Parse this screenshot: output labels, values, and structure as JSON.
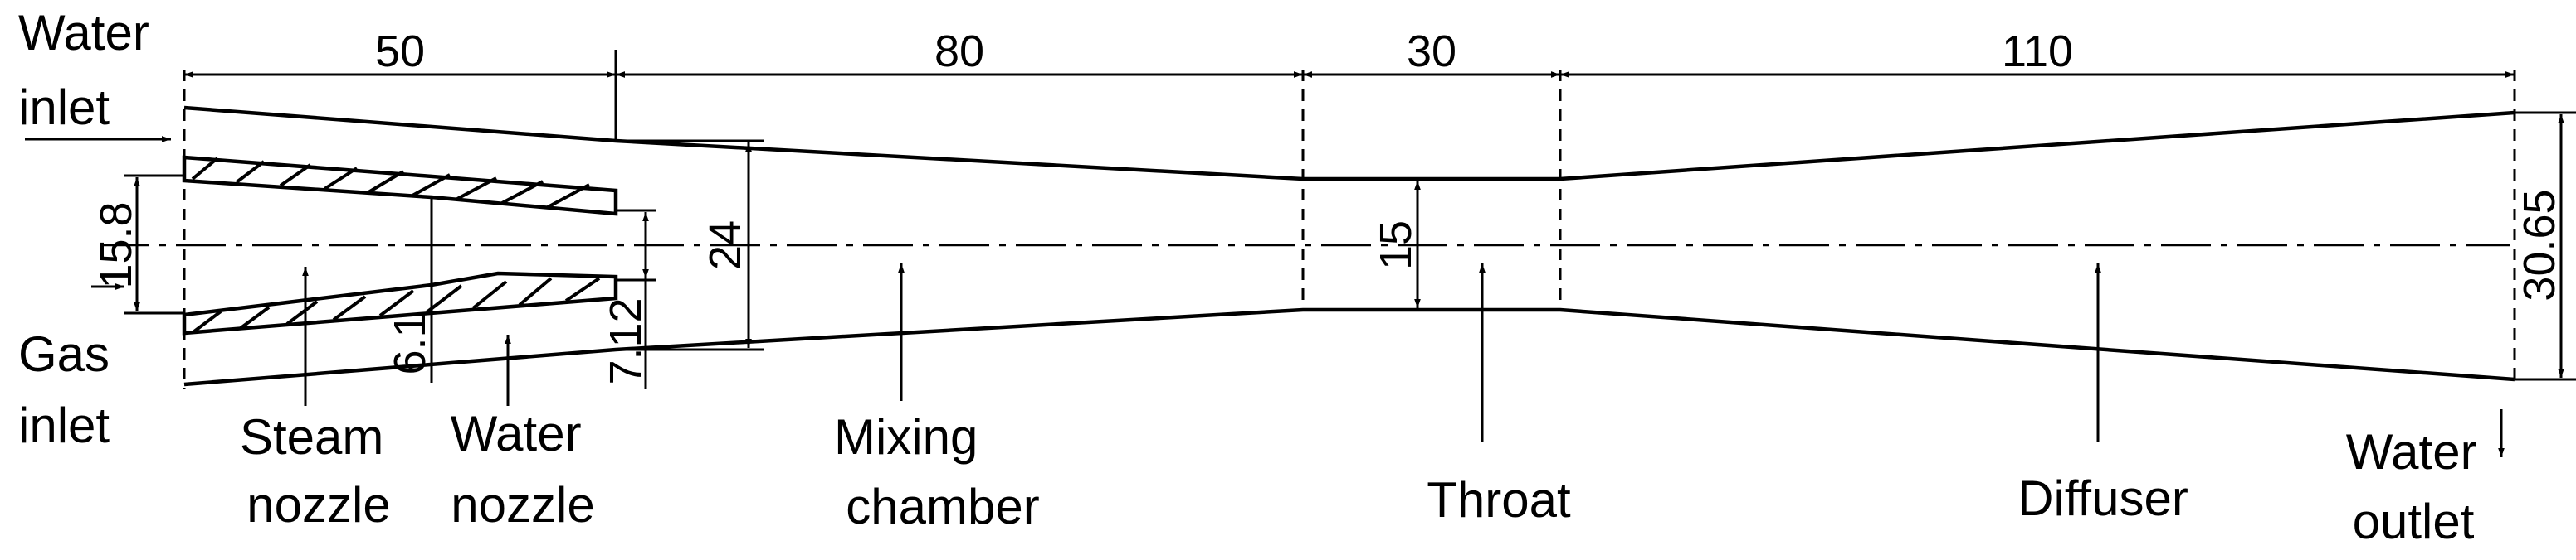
{
  "dimensions": {
    "steam_nozzle_length": "50",
    "mixing_chamber_length": "80",
    "throat_length": "30",
    "diffuser_length": "110",
    "inlet_diameter": "15.8",
    "steam_nozzle_exit": "6.1",
    "water_nozzle_exit": "7.12",
    "mixing_inlet_diameter": "24",
    "throat_diameter": "15",
    "outlet_diameter": "30.65"
  },
  "labels": {
    "water_inlet": [
      "Water",
      "inlet"
    ],
    "gas_inlet": [
      "Gas",
      "inlet"
    ],
    "steam_nozzle": [
      "Steam",
      "nozzle"
    ],
    "water_nozzle": [
      "Water",
      "nozzle"
    ],
    "mixing_chamber": [
      "Mixing",
      "chamber"
    ],
    "throat": "Throat",
    "diffuser": "Diffuser",
    "water_outlet": [
      "Water",
      "outlet"
    ]
  }
}
